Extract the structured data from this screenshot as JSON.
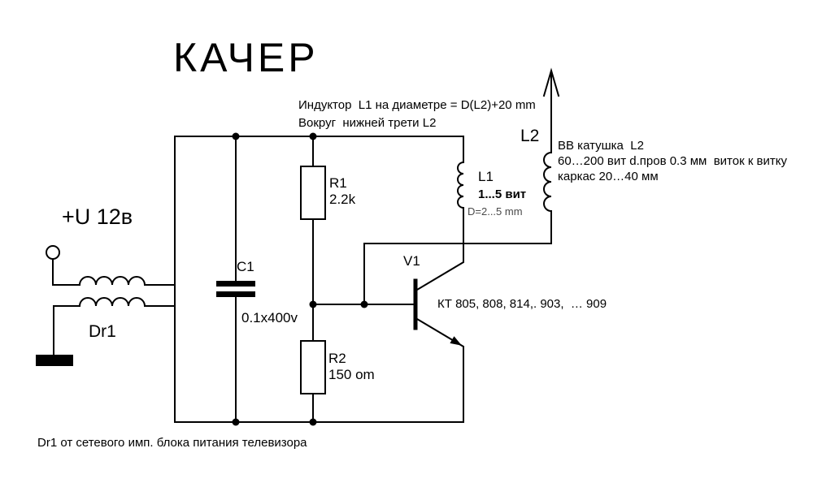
{
  "title": "КАЧЕР",
  "colors": {
    "ink": "#000000",
    "background": "#ffffff"
  },
  "annotations": {
    "inductor_note_1": "Индуктор  L1 на диаметре = D(L2)+20 mm",
    "inductor_note_2": "Вокруг  нижней трети L2",
    "l2_note_1": "ВВ катушка  L2",
    "l2_note_2": "60…200 вит d.пров 0.3 мм  виток к витку",
    "l2_note_3": "каркас 20…40 мм",
    "bottom_note": "Dr1 от сетевого имп. блока питания телевизора"
  },
  "components": {
    "supply_label": "+U 12в",
    "choke_label": "Dr1",
    "c1_name": "C1",
    "c1_value": "0.1x400v",
    "r1_name": "R1",
    "r1_value": "2.2k",
    "r2_name": "R2",
    "r2_value": "150 om",
    "transistor_name": "V1",
    "transistor_types": "КТ 805, 808, 814,. 903,  … 909",
    "l1_name": "L1",
    "l1_turns": "1...5 вит",
    "l1_diameter": "D=2...5 mm",
    "l2_name": "L2"
  }
}
